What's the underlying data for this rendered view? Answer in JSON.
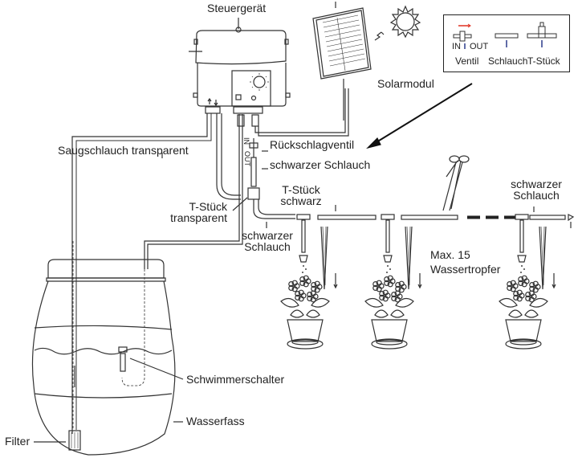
{
  "diagram": {
    "title": "Solar-Bewässerungssystem Aufbau",
    "labels": {
      "controller": "Steuergerät",
      "solar_panel": "Solarmodul",
      "check_valve": "Rückschlagventil",
      "black_hose_top": "schwarzer Schlauch",
      "suction_hose": "Saugschlauch transparent",
      "t_piece_transparent_1": "T-Stück",
      "t_piece_transparent_2": "transparent",
      "t_piece_black_1": "T-Stück",
      "t_piece_black_2": "schwarz",
      "black_hose_left_1": "schwarzer",
      "black_hose_left_2": "Schlauch",
      "black_hose_right_1": "schwarzer",
      "black_hose_right_2": "Schlauch",
      "drippers_1": "Max. 15",
      "drippers_2": "Wassertropfer",
      "float_switch": "Schwimmerschalter",
      "barrel": "Wasserfass",
      "filter": "Filter",
      "valve_in": "IN",
      "valve_out": "OUT"
    },
    "legend": {
      "in": "IN",
      "out": "OUT",
      "items": [
        "Ventil",
        "Schlauch",
        "T-Stück"
      ],
      "arrow_color": "#e03020",
      "marker_color": "#2a3a8a"
    },
    "plants_count": 3
  }
}
